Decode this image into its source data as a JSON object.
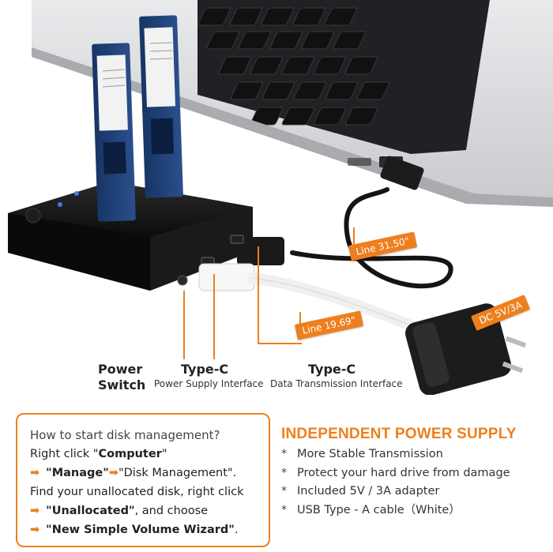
{
  "callouts": {
    "line1": "Line 31.50\"",
    "line2": "Line 19.69\"",
    "dc": "DC 5V/3A"
  },
  "labels": {
    "power": {
      "title_line1": "Power",
      "title_line2": "Switch"
    },
    "typec_power": {
      "title": "Type-C",
      "sub": "Power Supply Interface"
    },
    "typec_data": {
      "title": "Type-C",
      "sub": "Data Transmission Interface"
    }
  },
  "instructions": {
    "heading": "How to start disk management?",
    "lines": [
      {
        "prefix": "Right click \"",
        "bold": "Computer",
        "suffix": "\""
      },
      {
        "arrow1": "➡",
        "bold1": "\"Manage\"",
        "arrow2": "➡",
        "rest": "\"Disk Management\"."
      },
      {
        "text": "Find your unallocated disk, right click"
      },
      {
        "arrow": "➡",
        "bold": "\"Unallocated\"",
        "rest": ", and choose"
      },
      {
        "arrow": "➡",
        "bold": "\"New Simple Volume Wizard\"",
        "rest": "."
      }
    ]
  },
  "power_supply": {
    "title": "INDEPENDENT POWER SUPPLY",
    "bullet": "*",
    "features": [
      "More Stable Transmission",
      "Protect your hard drive from damage",
      "Included 5V / 3A adapter",
      "USB Type - A cable（White）"
    ]
  },
  "colors": {
    "accent": "#ee7f1e",
    "ssd_board": "#1f3f78",
    "dock": "#111111"
  }
}
